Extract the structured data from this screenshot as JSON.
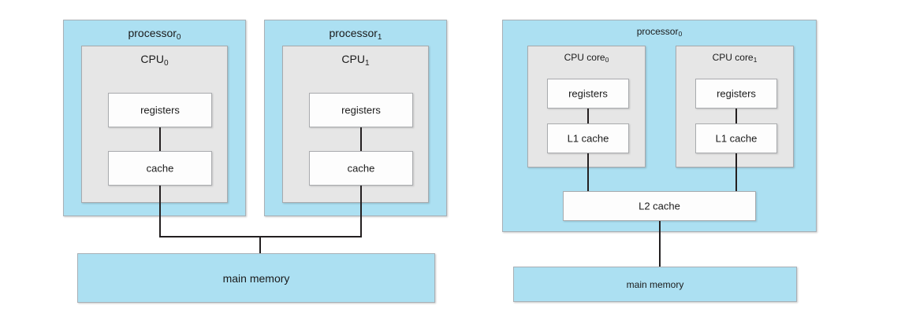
{
  "figure": {
    "type": "diagram",
    "description": "Two computer architecture block diagrams: a symmetric multiprocessor system and a multicore processor system",
    "background_color": "#ffffff",
    "palette": {
      "processor_blue": "#ace0f2",
      "cpu_gray": "#e6e6e6",
      "leaf_white": "#fdfdfd",
      "connector_black": "#231f20",
      "border_gray": "#a8aaad",
      "text": "#1a1a1a"
    }
  },
  "left_diagram": {
    "name": "multiprocessor-system",
    "processors": [
      {
        "title_text": "processor",
        "title_sub": "0",
        "cpu": {
          "title_text": "CPU",
          "title_sub": "0",
          "units": [
            {
              "label": "registers"
            },
            {
              "label": "cache"
            }
          ]
        }
      },
      {
        "title_text": "processor",
        "title_sub": "1",
        "cpu": {
          "title_text": "CPU",
          "title_sub": "1",
          "units": [
            {
              "label": "registers"
            },
            {
              "label": "cache"
            }
          ]
        }
      }
    ],
    "memory": {
      "label": "main memory"
    }
  },
  "right_diagram": {
    "name": "multicore-processor-system",
    "processor": {
      "title_text": "processor",
      "title_sub": "0",
      "cores": [
        {
          "title_text": "CPU core",
          "title_sub": "0",
          "units": [
            {
              "label": "registers"
            },
            {
              "label": "L1 cache"
            }
          ]
        },
        {
          "title_text": "CPU core",
          "title_sub": "1",
          "units": [
            {
              "label": "registers"
            },
            {
              "label": "L1 cache"
            }
          ]
        }
      ],
      "shared_cache": {
        "label": "L2 cache"
      }
    },
    "memory": {
      "label": "main memory"
    }
  }
}
